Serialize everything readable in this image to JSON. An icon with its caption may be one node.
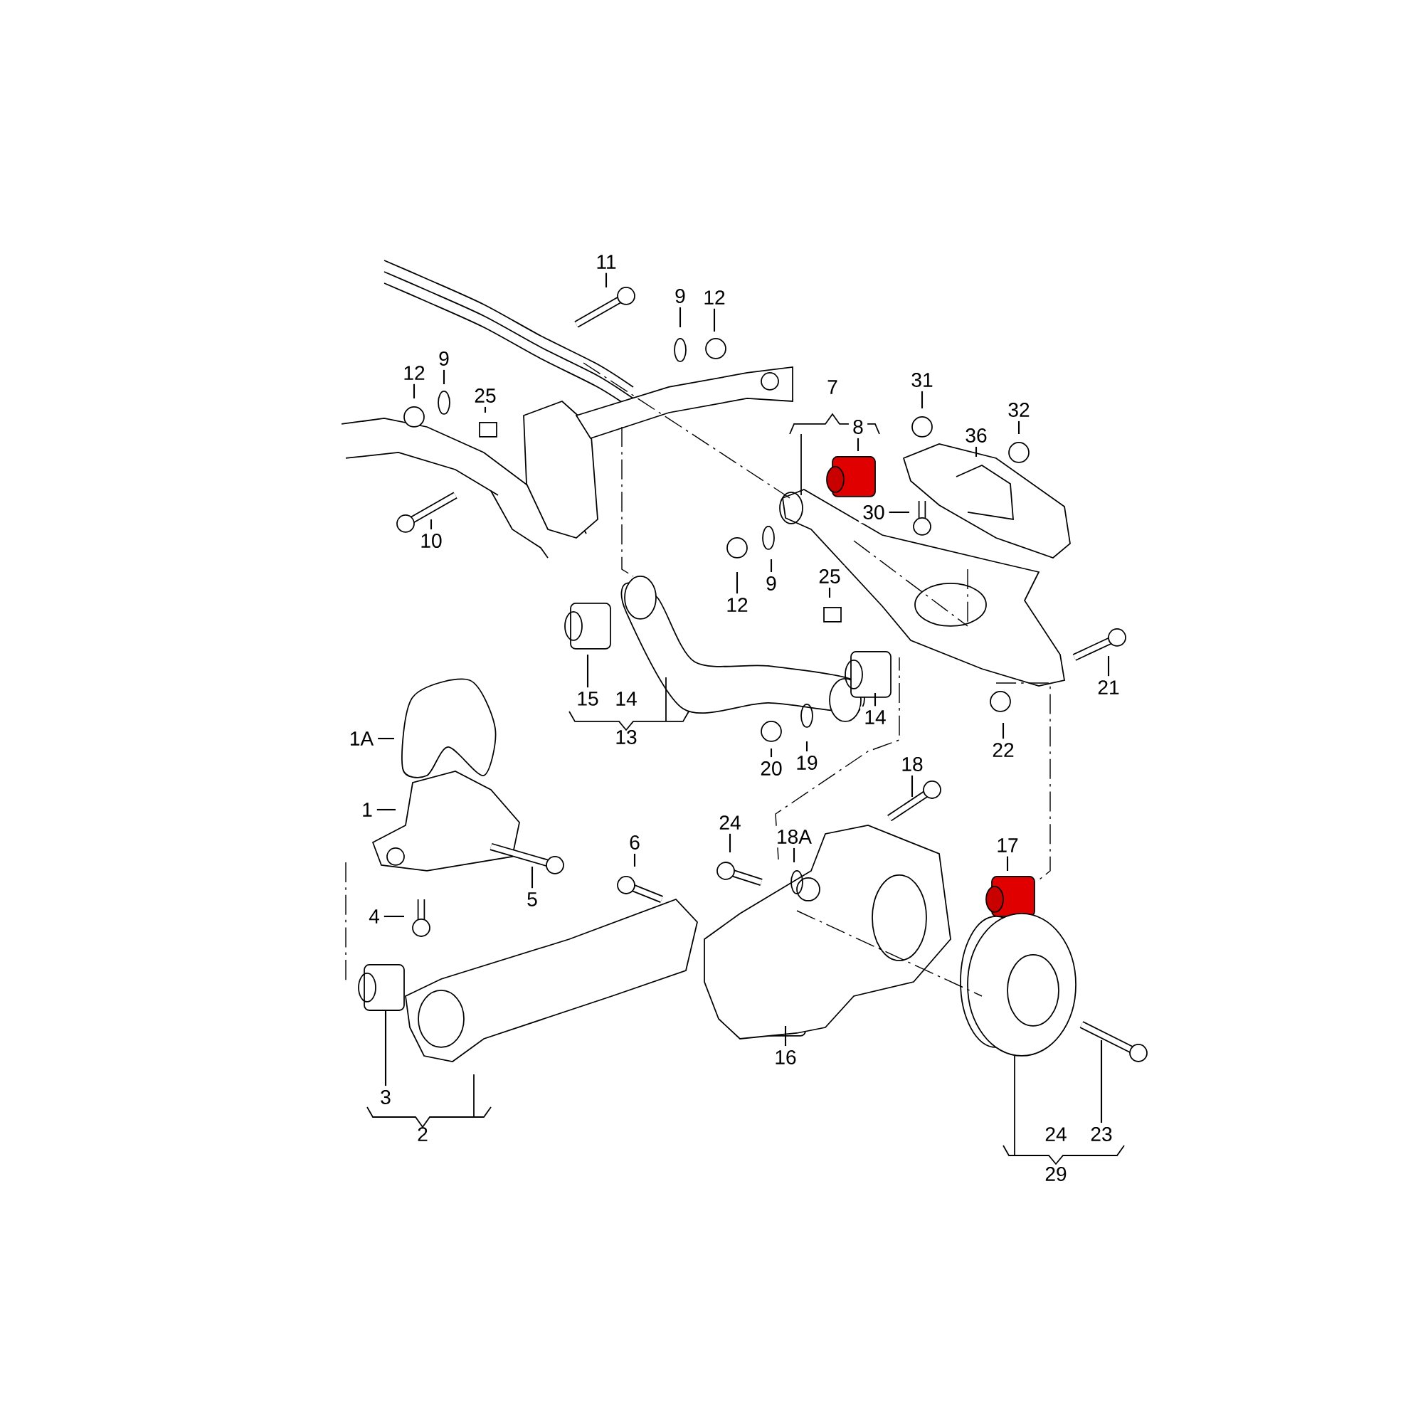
{
  "diagram": {
    "nodes": [
      {
        "text": [
          "11"
        ]
      },
      {
        "text": [
          "9"
        ]
      },
      {
        "text": [
          "12"
        ]
      },
      {
        "text": [
          "12"
        ]
      },
      {
        "text": [
          "9"
        ]
      },
      {
        "text": [
          "25"
        ]
      },
      {
        "text": [
          "10"
        ]
      },
      {
        "text": [
          "8"
        ]
      },
      {
        "text": [
          "31"
        ]
      },
      {
        "text": [
          "32"
        ]
      },
      {
        "text": [
          "36"
        ]
      },
      {
        "text": [
          "30"
        ]
      },
      {
        "text": [
          "12"
        ]
      },
      {
        "text": [
          "9"
        ]
      },
      {
        "text": [
          "25"
        ]
      },
      {
        "text": [
          "21"
        ]
      },
      {
        "text": [
          "22"
        ]
      },
      {
        "text": [
          "15"
        ]
      },
      {
        "text": [
          "14"
        ]
      },
      {
        "text": [
          "19"
        ]
      },
      {
        "text": [
          "20"
        ]
      },
      {
        "text": [
          "1A"
        ]
      },
      {
        "text": [
          "1"
        ]
      },
      {
        "text": [
          "5"
        ]
      },
      {
        "text": [
          "4"
        ]
      },
      {
        "text": [
          "6"
        ]
      },
      {
        "text": [
          "24"
        ]
      },
      {
        "text": [
          "18A"
        ]
      },
      {
        "text": [
          "18"
        ]
      },
      {
        "text": [
          "17"
        ]
      },
      {
        "text": [
          "16"
        ]
      },
      {
        "text": [
          "3"
        ]
      },
      {
        "text": [
          "23"
        ]
      }
    ],
    "edges": [
      {
        "from": 0,
        "to": null,
        "arrow": "none"
      },
      {
        "from": 1,
        "to": null,
        "arrow": "none"
      },
      {
        "from": 2,
        "to": null,
        "arrow": "none"
      },
      {
        "from": 3,
        "to": null,
        "arrow": "none"
      },
      {
        "from": 4,
        "to": null,
        "arrow": "none"
      },
      {
        "from": 5,
        "to": null,
        "arrow": "none"
      },
      {
        "from": 6,
        "to": null,
        "arrow": "none"
      },
      {
        "from": 7,
        "to": null,
        "arrow": "none"
      },
      {
        "from": 8,
        "to": null,
        "arrow": "none"
      },
      {
        "from": 9,
        "to": null,
        "arrow": "none"
      },
      {
        "from": 10,
        "to": null,
        "arrow": "none"
      },
      {
        "from": 11,
        "to": null,
        "arrow": "none"
      },
      {
        "from": 12,
        "to": null,
        "arrow": "none"
      },
      {
        "from": 13,
        "to": null,
        "arrow": "none"
      },
      {
        "from": 14,
        "to": null,
        "arrow": "none"
      },
      {
        "from": 15,
        "to": null,
        "arrow": "none"
      },
      {
        "from": 16,
        "to": null,
        "arrow": "none"
      },
      {
        "from": 17,
        "to": null,
        "arrow": "none"
      },
      {
        "from": 18,
        "to": null,
        "arrow": "none"
      },
      {
        "from": 19,
        "to": null,
        "arrow": "none"
      },
      {
        "from": 20,
        "to": null,
        "arrow": "none"
      },
      {
        "from": 21,
        "to": null,
        "arrow": "none"
      },
      {
        "from": 22,
        "to": null,
        "arrow": "none"
      },
      {
        "from": 23,
        "to": null,
        "arrow": "none"
      },
      {
        "from": 24,
        "to": null,
        "arrow": "none"
      },
      {
        "from": 25,
        "to": null,
        "arrow": "none"
      },
      {
        "from": 26,
        "to": null,
        "arrow": "none"
      },
      {
        "from": 27,
        "to": null,
        "arrow": "none"
      },
      {
        "from": 28,
        "to": null,
        "arrow": "none"
      },
      {
        "from": 29,
        "to": null,
        "arrow": "none"
      },
      {
        "from": 30,
        "to": null,
        "arrow": "none"
      },
      {
        "from": 31,
        "to": null,
        "arrow": "none"
      },
      {
        "from": 32,
        "to": null,
        "arrow": "none"
      }
    ],
    "labels": [
      "7",
      "14",
      "13",
      "2",
      "24",
      "29"
    ]
  }
}
